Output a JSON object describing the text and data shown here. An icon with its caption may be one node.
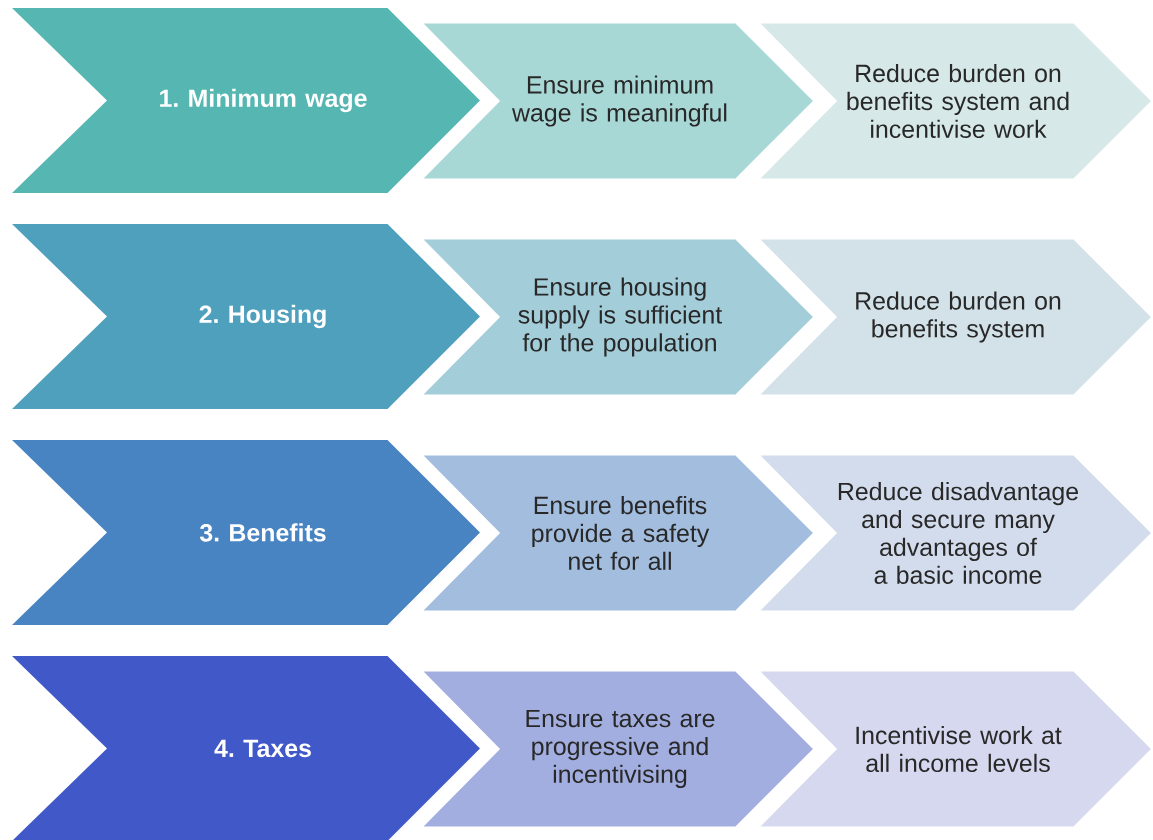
{
  "diagram": {
    "nodes": [
      {
        "text": [
          "1. Minimum wage"
        ]
      },
      {
        "text": [
          "Ensure minimum wage is meaningful"
        ]
      },
      {
        "text": [
          "Reduce burden on benefits system and incentivise work"
        ]
      },
      {
        "text": [
          "2. Housing"
        ]
      },
      {
        "text": [
          "Ensure housing supply is sufficient for the population"
        ]
      },
      {
        "text": [
          "Reduce burden on benefits system"
        ]
      },
      {
        "text": [
          "3. Benefits"
        ]
      },
      {
        "text": [
          "Ensure benefits provide a safety net for all"
        ]
      },
      {
        "text": [
          "Reduce disadvantage and secure many advantages of a basic income"
        ]
      },
      {
        "text": [
          "4. Taxes"
        ]
      },
      {
        "text": [
          "Ensure taxes are progressive and incentivising"
        ]
      },
      {
        "text": [
          "Incentivise work at all income levels"
        ]
      }
    ]
  }
}
